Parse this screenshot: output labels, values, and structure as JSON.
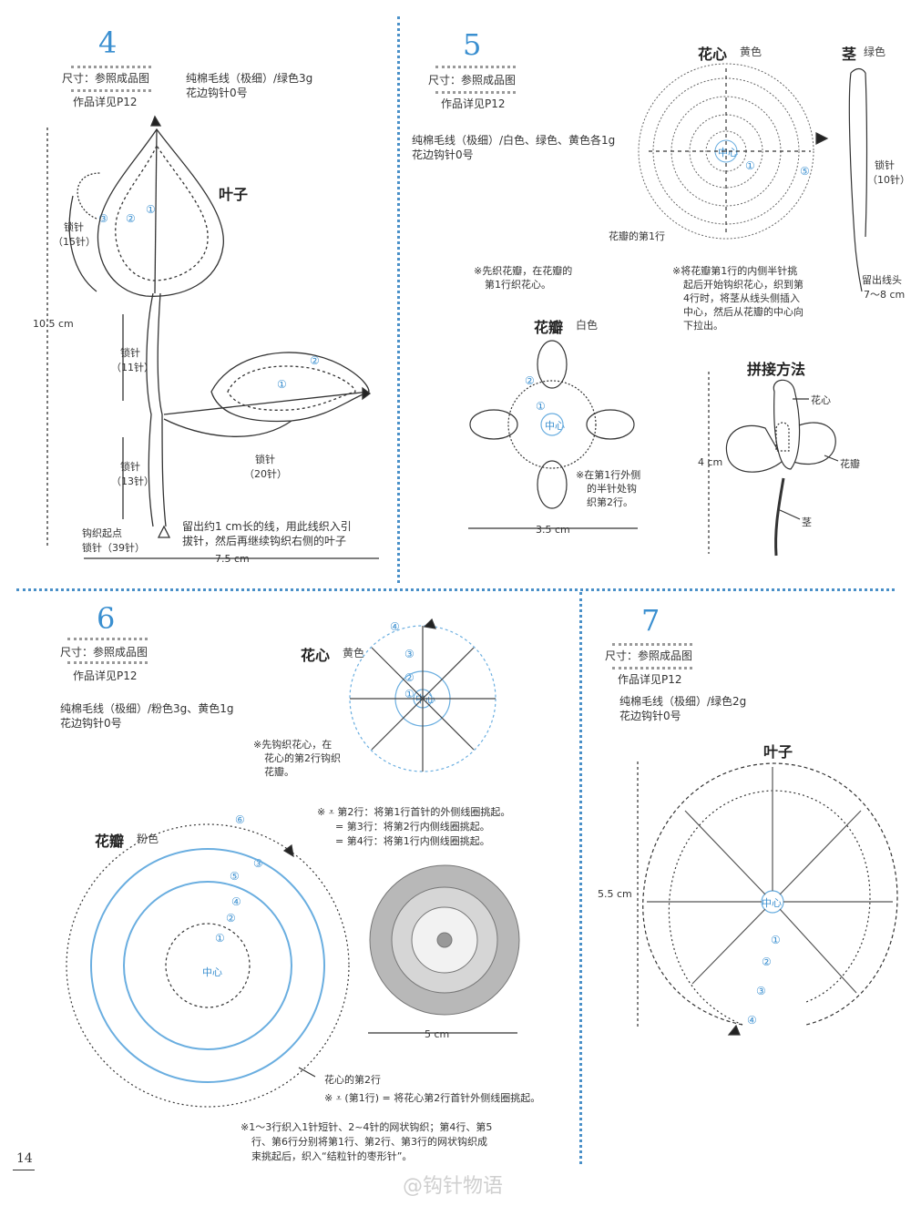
{
  "page_number": "14",
  "watermark": "@钩针物语",
  "colors": {
    "accent": "#3a8fd0",
    "diagram": "#333333",
    "blue_line": "#6aaee0"
  },
  "p4": {
    "num": "4",
    "size": "尺寸：参照成品图",
    "ref": "作品详见P12",
    "material1": "纯棉毛线（极细）/绿色3g",
    "material2": "花边钩针0号",
    "leaf_title": "叶子",
    "chain15": "锁针",
    "chain15b": "（15针）",
    "chain11": "锁针",
    "chain11b": "（11针）",
    "chain13": "锁针",
    "chain13b": "（13针）",
    "chain20": "锁针",
    "chain20b": "（20针）",
    "height": "10.5 cm",
    "width": "7.5 cm",
    "start1": "钩织起点",
    "start2": "锁针（39针）",
    "note1": "留出约1 cm长的线，用此线织入引",
    "note2": "拔针，然后再继续钩织右侧的叶子",
    "round1": "①",
    "round2": "②",
    "round3": "③"
  },
  "p5": {
    "num": "5",
    "size": "尺寸：参照成品图",
    "ref": "作品详见P12",
    "material1": "纯棉毛线（极细）/白色、绿色、黄色各1g",
    "material2": "花边钩针0号",
    "center_title": "花心",
    "center_color": "黄色",
    "stem_title": "茎",
    "stem_color": "绿色",
    "chain10a": "锁针",
    "chain10b": "（10针）",
    "leave1": "留出线头",
    "leave2": "7～8 cm",
    "petal_row": "花瓣的第1行",
    "note_a1": "※先织花瓣，在花瓣的",
    "note_a2": "第1行织花心。",
    "note_b1": "※将花瓣第1行的内侧半针挑",
    "note_b2": "起后开始钩织花心，织到第",
    "note_b3": "4行时，将茎从线头侧插入",
    "note_b4": "中心，然后从花瓣的中心向",
    "note_b5": "下拉出。",
    "petal_title": "花瓣",
    "petal_color": "白色",
    "note_c1": "※在第1行外侧",
    "note_c2": "的半针处钩",
    "note_c3": "织第2行。",
    "width": "3.5 cm",
    "join_title": "拼接方法",
    "lbl_center": "花心",
    "lbl_petal": "花瓣",
    "lbl_stem": "茎",
    "height": "4 cm",
    "center_mark": "中心",
    "round1": "①",
    "round2": "②",
    "round5": "⑤"
  },
  "p6": {
    "num": "6",
    "size": "尺寸：参照成品图",
    "ref": "作品详见P12",
    "material1": "纯棉毛线（极细）/粉色3g、黄色1g",
    "material2": "花边钩针0号",
    "center_title": "花心",
    "center_color": "黄色",
    "note_a1": "※先钩织花心，在",
    "note_a2": "花心的第2行钩织",
    "note_a3": "花瓣。",
    "note_b1": "※ ⩡ 第2行：将第1行首针的外侧线圈挑起。",
    "note_b2": "= 第3行：将第2行内侧线圈挑起。",
    "note_b3": "= 第4行：将第1行内侧线圈挑起。",
    "petal_title": "花瓣",
    "petal_color": "粉色",
    "width": "5 cm",
    "center_row2": "花心的第2行",
    "note_c": "※ ⩡ (第1行) = 将花心第2行首针外侧线圈挑起。",
    "note_d1": "※1～3行织入1针短针、2~4针的网状钩织；第4行、第5",
    "note_d2": "行、第6行分别将第1行、第2行、第3行的网状钩织成",
    "note_d3": "束挑起后，织入“结粒针的枣形针”。",
    "center_mark": "中心",
    "r1": "①",
    "r2": "②",
    "r3": "③",
    "r4": "④",
    "r5": "⑤",
    "r6": "⑥"
  },
  "p7": {
    "num": "7",
    "size": "尺寸：参照成品图",
    "ref": "作品详见P12",
    "material1": "纯棉毛线（极细）/绿色2g",
    "material2": "花边钩针0号",
    "leaf_title": "叶子",
    "height": "5.5 cm",
    "center_mark": "中心",
    "r1": "①",
    "r2": "②",
    "r3": "③",
    "r4": "④"
  }
}
